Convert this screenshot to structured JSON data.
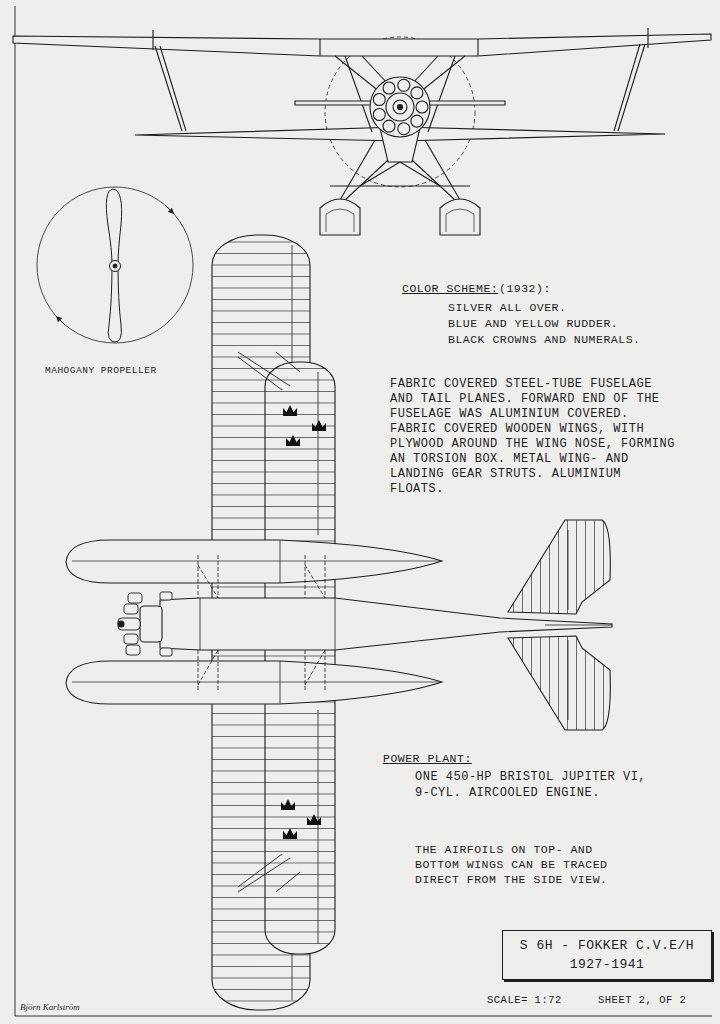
{
  "diagram": {
    "nodes": [
      {
        "text": [
          "S 6H - FOKKER C.V.E/H",
          "1927-1941"
        ]
      }
    ],
    "labels": [
      "MAHOGANY PROPELLER",
      "COLOR SCHEME:",
      "(1932):",
      "SILVER ALL OVER.",
      "BLUE AND YELLOW RUDDER.",
      "BLACK CROWNS AND NUMERALS.",
      "FABRIC COVERED STEEL-TUBE FUSELAGE AND TAIL PLANES. FORWARD END OF THE FUSELAGE WAS ALUMINIUM COVERED. FABRIC COVERED WOODEN WINGS, WITH PLYWOOD AROUND THE WING NOSE, FORMING AN TORSION BOX. METAL WING- AND LANDING GEAR STRUTS. ALUMINIUM FLOATS.",
      "POWER PLANT:",
      "ONE 450-HP BRISTOL JUPITER VI, 9-CYL. AIRCOOLED ENGINE.",
      "THE AIRFOILS ON TOP- AND BOTTOM WINGS CAN BE TRACED DIRECT FROM THE SIDE VIEW.",
      "SCALE= 1:72",
      "SHEET 2, OF 2",
      "Björn Karlström"
    ]
  }
}
